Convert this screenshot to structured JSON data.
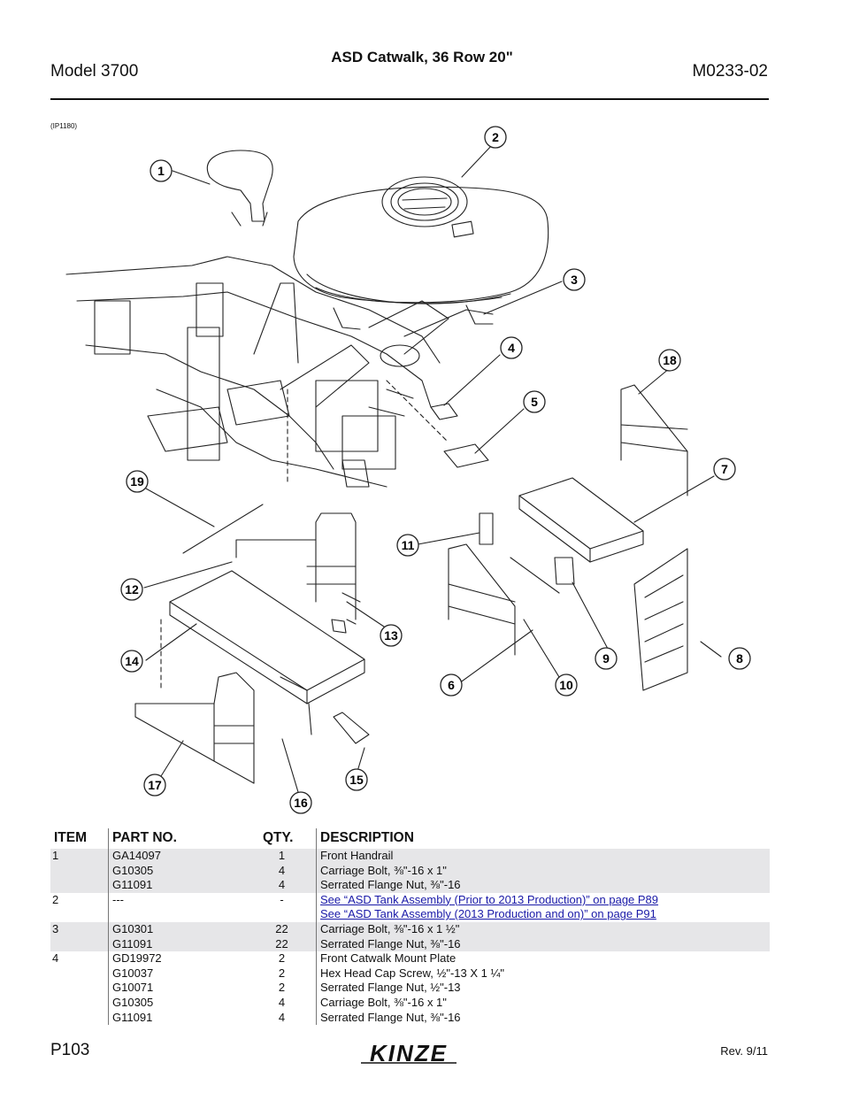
{
  "header": {
    "title": "ASD Catwalk, 36 Row 20\"",
    "model": "Model 3700",
    "doc_number": "M0233-02"
  },
  "figure": {
    "image_ref": "(IP1180)",
    "callouts": [
      "1",
      "2",
      "3",
      "4",
      "5",
      "6",
      "7",
      "8",
      "9",
      "10",
      "11",
      "12",
      "13",
      "14",
      "15",
      "16",
      "17",
      "18",
      "19"
    ]
  },
  "table": {
    "headers": {
      "item": "ITEM",
      "part": "PART NO.",
      "qty": "QTY.",
      "desc": "DESCRIPTION"
    },
    "rows": [
      {
        "item": "1",
        "part": "GA14097",
        "qty": "1",
        "desc": "Front Handrail"
      },
      {
        "item": "",
        "part": "G10305",
        "qty": "4",
        "desc": "Carriage Bolt, ⅜\"-16 x 1\""
      },
      {
        "item": "",
        "part": "G11091",
        "qty": "4",
        "desc": "Serrated Flange Nut, ⅜\"-16"
      },
      {
        "item": "2",
        "part": "---",
        "qty": "-",
        "desc": "See “ASD Tank Assembly (Prior to 2013 Production)” on page P89"
      },
      {
        "item": "",
        "part": "",
        "qty": "",
        "desc": "See “ASD Tank Assembly (2013 Production and on)” on page P91"
      },
      {
        "item": "3",
        "part": "G10301",
        "qty": "22",
        "desc": "Carriage Bolt, ⅜\"-16 x 1 ½\""
      },
      {
        "item": "",
        "part": "G11091",
        "qty": "22",
        "desc": "Serrated Flange Nut, ⅜\"-16"
      },
      {
        "item": "4",
        "part": "GD19972",
        "qty": "2",
        "desc": "Front Catwalk Mount Plate"
      },
      {
        "item": "",
        "part": "G10037",
        "qty": "2",
        "desc": "Hex Head Cap Screw, ½\"-13 X 1 ¼\""
      },
      {
        "item": "",
        "part": "G10071",
        "qty": "2",
        "desc": "Serrated Flange Nut, ½\"-13"
      },
      {
        "item": "",
        "part": "G10305",
        "qty": "4",
        "desc": "Carriage Bolt, ⅜\"-16 x 1\""
      },
      {
        "item": "",
        "part": "G11091",
        "qty": "4",
        "desc": "Serrated Flange Nut, ⅜\"-16"
      }
    ]
  },
  "footer": {
    "page": "P103",
    "brand": "KINZE",
    "revision": "Rev. 9/11"
  }
}
